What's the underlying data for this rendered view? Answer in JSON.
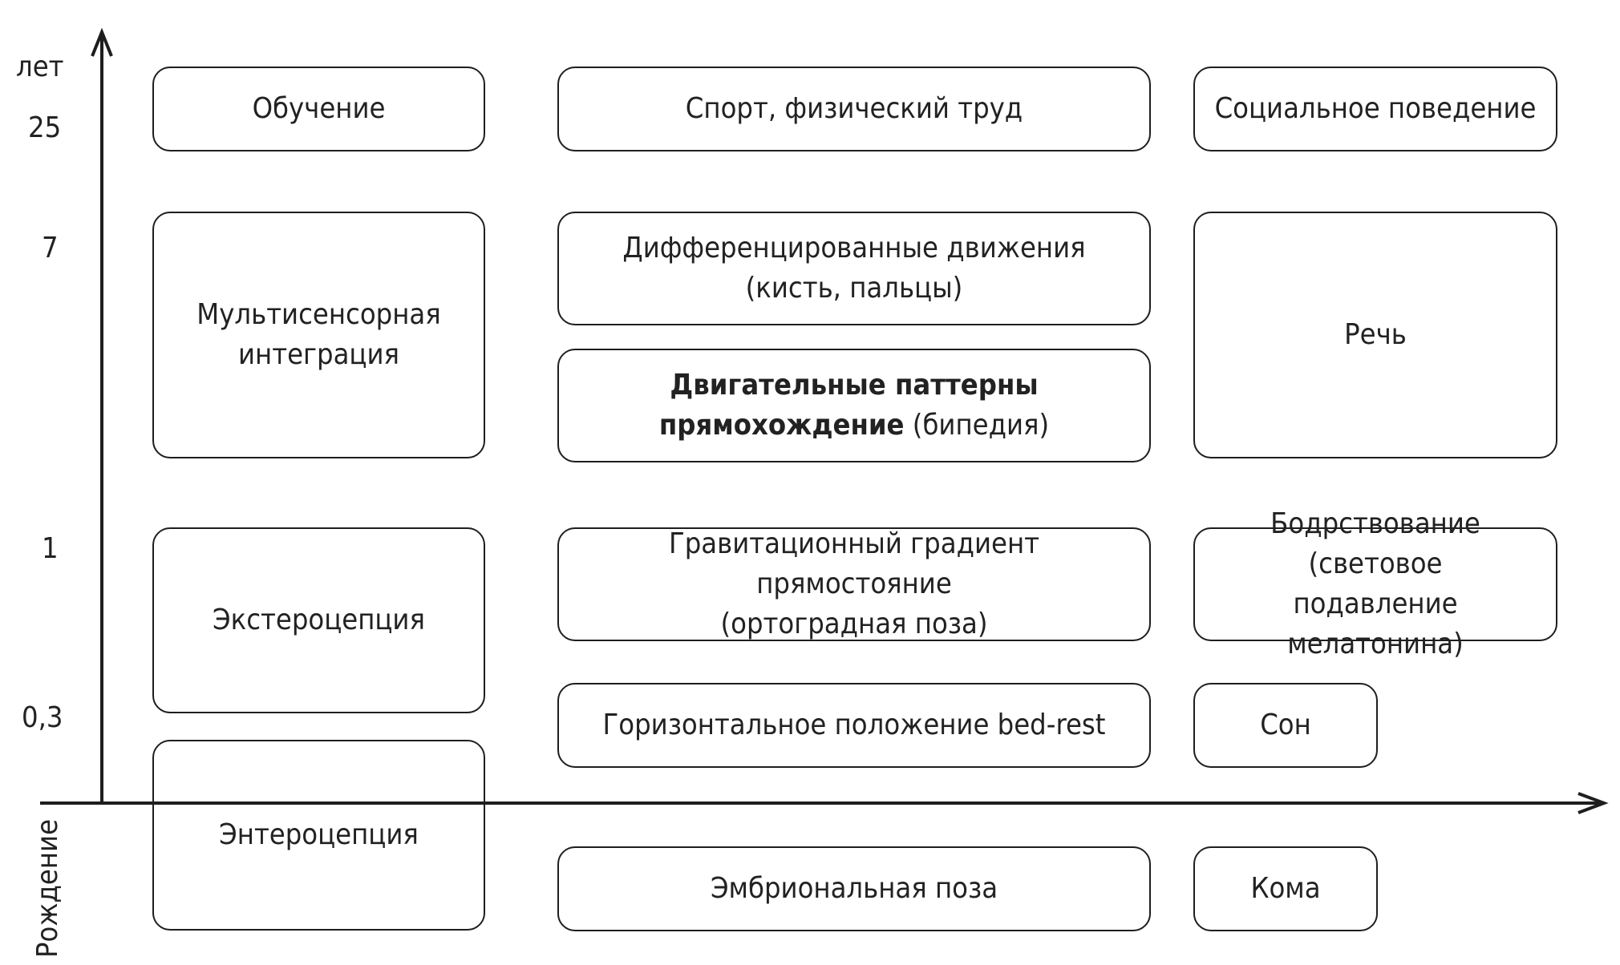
{
  "axis": {
    "y_unit": "лет",
    "ticks": [
      "25",
      "7",
      "1",
      "0,3"
    ],
    "origin_label": "Рождение"
  },
  "boxes": {
    "learning": "Обучение",
    "sport": "Спорт, физический труд",
    "social": "Социальное поведение",
    "multisensory_1": "Мультисенсорная",
    "multisensory_2": "интеграция",
    "diff_moves_1": "Дифференцированные движения",
    "diff_moves_2": "(кисть, пальцы)",
    "speech": "Речь",
    "motor_bold_1": "Двигательные паттерны",
    "motor_bold_2": "прямохождение",
    "motor_normal": " (бипедия)",
    "exteroception": "Экстероцепция",
    "gravity_1": "Гравитационный градиент прямостояние",
    "gravity_2": "(ортоградная поза)",
    "wake_1": "Бодрствование (световое",
    "wake_2": "подавление мелатонина)",
    "horizontal": "Горизонтальное положение bed-rest",
    "sleep": "Сон",
    "interoception": "Энтероцепция",
    "embryo": "Эмбриональная поза",
    "coma": "Кома"
  }
}
